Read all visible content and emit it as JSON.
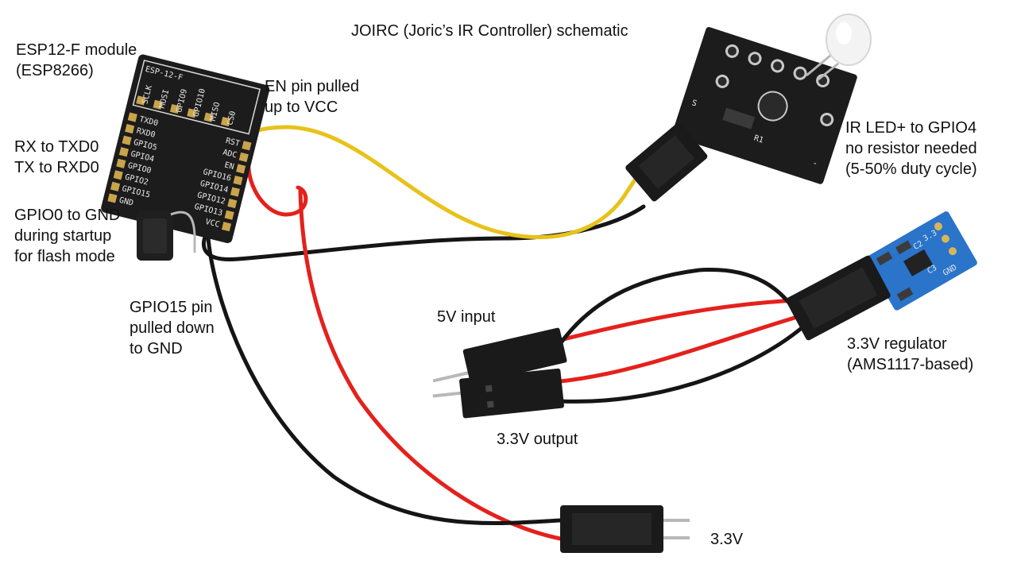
{
  "title": "JOIRC (Joric’s IR Controller) schematic",
  "labels": {
    "esp_module": [
      "ESP12-F module",
      "(ESP8266)"
    ],
    "en_pin": [
      "EN pin pulled",
      "up to VCC"
    ],
    "rx_tx": [
      "RX to TXD0",
      "TX to RXD0"
    ],
    "gpio0": [
      "GPIO0 to GND",
      "during startup",
      "for flash mode"
    ],
    "gpio15": [
      "GPIO15 pin",
      "pulled down",
      "to GND"
    ],
    "ir_led": [
      "IR LED+ to GPIO4",
      "no resistor needed",
      "(5-50% duty cycle)"
    ],
    "input_5v": [
      "5V input"
    ],
    "regulator": [
      "3.3V regulator",
      "(AMS1117-based)"
    ],
    "output_33v": [
      "3.3V output"
    ],
    "out_33v": [
      "3.3V"
    ]
  },
  "pcb": {
    "module_name": "ESP-12-F",
    "pins_left": [
      "TXD0",
      "RXD0",
      "GPIO5",
      "GPIO4",
      "GPIO0",
      "GPIO2",
      "GPIO15",
      "GND"
    ],
    "pins_right": [
      "RST",
      "ADC",
      "EN",
      "GPIO16",
      "GPIO14",
      "GPIO12",
      "GPIO13",
      "VCC"
    ],
    "pins_top": [
      "SCLK",
      "MOSI",
      "GPIO9",
      "GPIO10",
      "MISO",
      "CS0"
    ],
    "ir_marks": [
      "S",
      "-",
      "R1"
    ],
    "reg_marks": [
      "GND",
      "3.3",
      "C2",
      "C3"
    ]
  },
  "colors": {
    "wire_red": "#e4211c",
    "wire_black": "#151515",
    "wire_yellow": "#e8c21a",
    "pcb_black": "#1c1c1c",
    "pcb_blue": "#2a74c9",
    "connector": "#1a1a1a",
    "pin_silver": "#b8b8b8"
  }
}
